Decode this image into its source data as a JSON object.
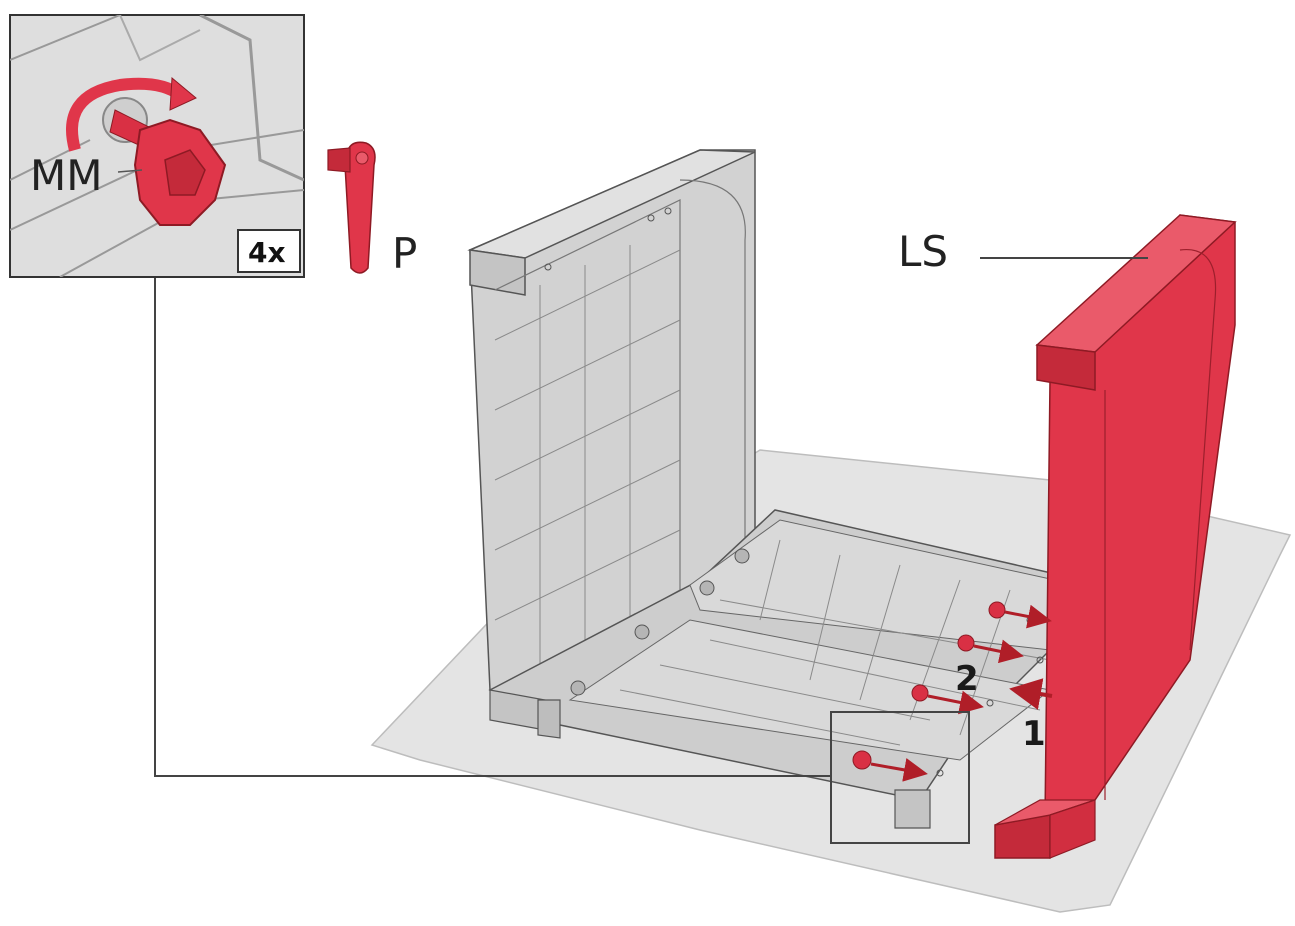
{
  "labels": {
    "part_mm": "MM",
    "part_p": "P",
    "part_ls": "LS",
    "quantity": "4x",
    "step_1": "1",
    "step_2": "2"
  },
  "colors": {
    "accent_red": "#e0364a",
    "accent_red_dark": "#b8222f",
    "arrow_red": "#b01e28",
    "panel_gray": "#c9c9c9",
    "panel_gray_light": "#d8d8d8",
    "outline": "#555555",
    "floor": "#e4e4e4"
  },
  "icons": [
    "rotate-arrow-icon",
    "wrench-icon",
    "screw-icon",
    "insert-arrow-icon"
  ]
}
